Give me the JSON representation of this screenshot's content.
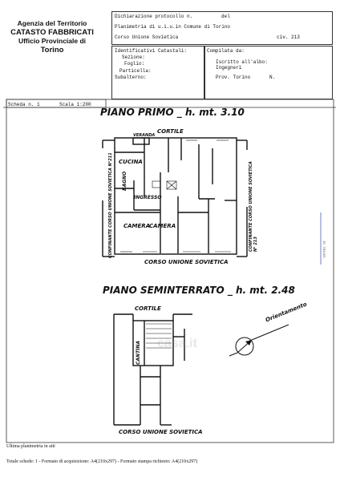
{
  "agency": {
    "line1": "Agenzia del Territorio",
    "line2": "CATASTO FABBRICATI",
    "line3": "Ufficio Provinciale di",
    "line4": "Torino"
  },
  "header": {
    "dichiarazione": "Dichiarazione protocollo n.",
    "del": "del",
    "planimetria": "Planimetria di u.i.u.in Comune di Torino",
    "address": "Corso Unione Sovietica",
    "civ": "civ. 213",
    "identificativi": "Identificativi Catastali:",
    "sezione": "Sezione:",
    "foglio": "Foglio:",
    "particella": "Particella:",
    "subalterno": "Subalterno:",
    "compilata": "Compilata da:",
    "iscritto": "Iscritto all'albo:",
    "ingegneri": "Ingegneri",
    "prov": "Prov. Torino",
    "n": "N."
  },
  "scheda": {
    "scheda": "Scheda n. 1",
    "scala": "Scala 1:200"
  },
  "plan": {
    "piano_primo": "PIANO PRIMO _ h. mt. 3.10",
    "cortile_top": "CORTILE",
    "veranda": "VERANDA",
    "cucina": "CUCINA",
    "bagno": "BAGNO",
    "ingresso": "INGRESSO",
    "camera1": "CAMERA",
    "camera2": "CAMERA",
    "confine_left": "CONFINANTE CORSO UNIONE SOVIETICA N°211",
    "confine_right": "CONFINANTE CORSO UNIONE SOVIETICA N° 213",
    "corso_top": "CORSO UNIONE SOVIETICA",
    "piano_seminterrato": "PIANO SEMINTERRATO _ h. mt. 2.48",
    "cortile_bottom": "CORTILE",
    "cantina": "CANTINA",
    "orientamento": "Orientamento",
    "corso_bottom": "CORSO UNIONE SOVIETICA"
  },
  "footer": {
    "ultima": "Ultima planimetria in atti",
    "totale": "Totale schede: 1 - Formato di acquisizione: A4(210x297) - Formato stampa richiesto: A4(210x297)"
  },
  "side_text": "ID TR4455",
  "watermark": "casa.it"
}
